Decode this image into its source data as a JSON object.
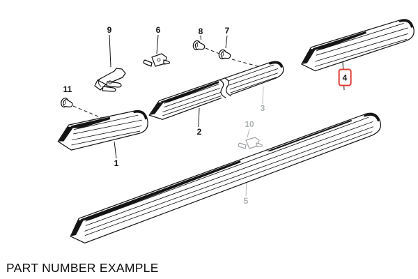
{
  "caption": {
    "text": "PART NUMBER EXAMPLE"
  },
  "diagram": {
    "type": "exploded-parts-diagram",
    "part_labels": {
      "p1": "1",
      "p2": "2",
      "p3": "3",
      "p4": "4",
      "p5": "5",
      "p6": "6",
      "p7": "7",
      "p8": "8",
      "p9": "9",
      "p10": "10",
      "p11": "11"
    },
    "highlighted_part": "4",
    "muted_part_labels": [
      "3",
      "5",
      "10"
    ],
    "colors": {
      "artwork": "#141414",
      "muted": "#aeb2b4",
      "highlight_box": "#e03c33",
      "background": "#ffffff"
    }
  }
}
